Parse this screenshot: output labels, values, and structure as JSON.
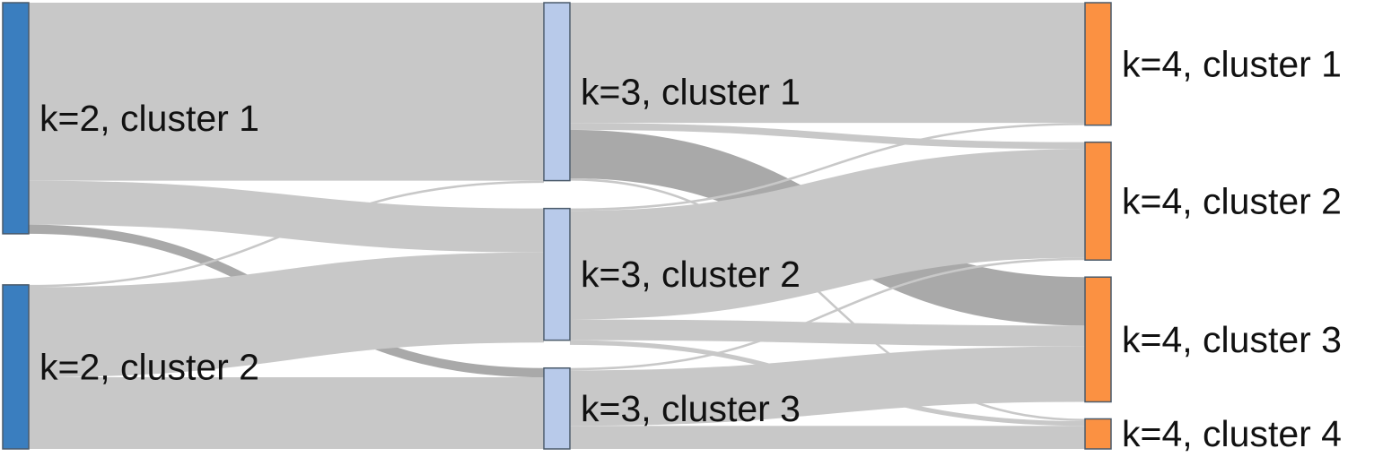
{
  "chart_data": {
    "type": "sankey",
    "columns": [
      {
        "k": 2,
        "color": "#3a7ebf",
        "nodes": [
          {
            "id": "k2c1",
            "label": "k=2, cluster 1",
            "value": 100
          },
          {
            "id": "k2c2",
            "label": "k=2, cluster 2",
            "value": 71
          }
        ]
      },
      {
        "k": 3,
        "color": "#b8caea",
        "nodes": [
          {
            "id": "k3c1",
            "label": "k=3, cluster 1",
            "value": 77
          },
          {
            "id": "k3c2",
            "label": "k=3, cluster 2",
            "value": 57
          },
          {
            "id": "k3c3",
            "label": "k=3, cluster 3",
            "value": 35
          }
        ]
      },
      {
        "k": 4,
        "color": "#fb9142",
        "nodes": [
          {
            "id": "k4c1",
            "label": "k=4, cluster 1",
            "value": 53
          },
          {
            "id": "k4c2",
            "label": "k=4, cluster 2",
            "value": 51
          },
          {
            "id": "k4c3",
            "label": "k=4, cluster 3",
            "value": 54
          },
          {
            "id": "k4c4",
            "label": "k=4, cluster 4",
            "value": 13
          }
        ]
      }
    ],
    "links": [
      {
        "source": "k2c1",
        "target": "k3c1",
        "value": 77
      },
      {
        "source": "k2c1",
        "target": "k3c2",
        "value": 19
      },
      {
        "source": "k2c1",
        "target": "k3c3",
        "value": 4
      },
      {
        "source": "k2c2",
        "target": "k3c1",
        "value": 1
      },
      {
        "source": "k2c2",
        "target": "k3c2",
        "value": 39
      },
      {
        "source": "k2c2",
        "target": "k3c3",
        "value": 31
      },
      {
        "source": "k3c1",
        "target": "k4c1",
        "value": 52
      },
      {
        "source": "k3c1",
        "target": "k4c2",
        "value": 3
      },
      {
        "source": "k3c1",
        "target": "k4c3",
        "value": 21
      },
      {
        "source": "k3c1",
        "target": "k4c4",
        "value": 1
      },
      {
        "source": "k3c2",
        "target": "k4c1",
        "value": 1
      },
      {
        "source": "k3c2",
        "target": "k4c2",
        "value": 47
      },
      {
        "source": "k3c2",
        "target": "k4c3",
        "value": 9
      },
      {
        "source": "k3c2",
        "target": "k4c4",
        "value": 2
      },
      {
        "source": "k3c3",
        "target": "k4c2",
        "value": 1
      },
      {
        "source": "k3c3",
        "target": "k4c3",
        "value": 24
      },
      {
        "source": "k3c3",
        "target": "k4c4",
        "value": 10
      }
    ],
    "link_color": "#c8c8c8",
    "highlight_color": "#9a9a9a",
    "highlighted_links": [
      {
        "source": "k2c1",
        "target": "k3c3"
      },
      {
        "source": "k3c1",
        "target": "k4c3"
      }
    ],
    "node_border": "#4a5a6a"
  }
}
